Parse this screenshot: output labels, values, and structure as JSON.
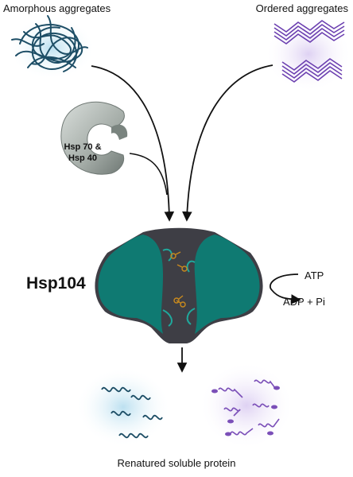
{
  "labels": {
    "amorphous": "Amorphous aggregates",
    "ordered": "Ordered aggregates",
    "hsp70_line1": "Hsp 70 &",
    "hsp70_line2": "Hsp 40",
    "hsp104": "Hsp104",
    "atp": "ATP",
    "adp_pi": "ADP + Pi",
    "renatured": "Renatured soluble protein"
  },
  "colors": {
    "teal": "#0f7a72",
    "dark_gray": "#3e3e45",
    "navy_blue": "#1d4e66",
    "purple": "#7b4fb8",
    "gray_chaperone": "#a9b0ab",
    "arrow": "#111111"
  },
  "icons": {
    "amorphous": "tangled-coil-icon",
    "ordered": "zigzag-strand-icon",
    "chaperone": "c-shaped-chaperone-icon",
    "refolded_blue": "helix-spring-icon",
    "refolded_purple": "helix-spring-icon"
  }
}
